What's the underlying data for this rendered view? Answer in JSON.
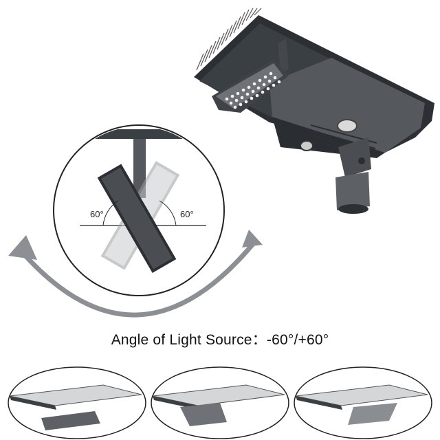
{
  "caption": {
    "prefix": "Angle of Light Source",
    "separator": "：",
    "range": "-60°/+60°"
  },
  "angle_labels": {
    "left": "60°",
    "right": "60°"
  },
  "colors": {
    "housing_dark": "#3a3f44",
    "housing_mid": "#55595e",
    "housing_light": "#8a8d91",
    "panel_black": "#1e2124",
    "arrow_gray": "#8c8f93",
    "led_white": "#f2f2f2"
  },
  "variants": [
    "left-tilt",
    "level",
    "right-tilt"
  ]
}
